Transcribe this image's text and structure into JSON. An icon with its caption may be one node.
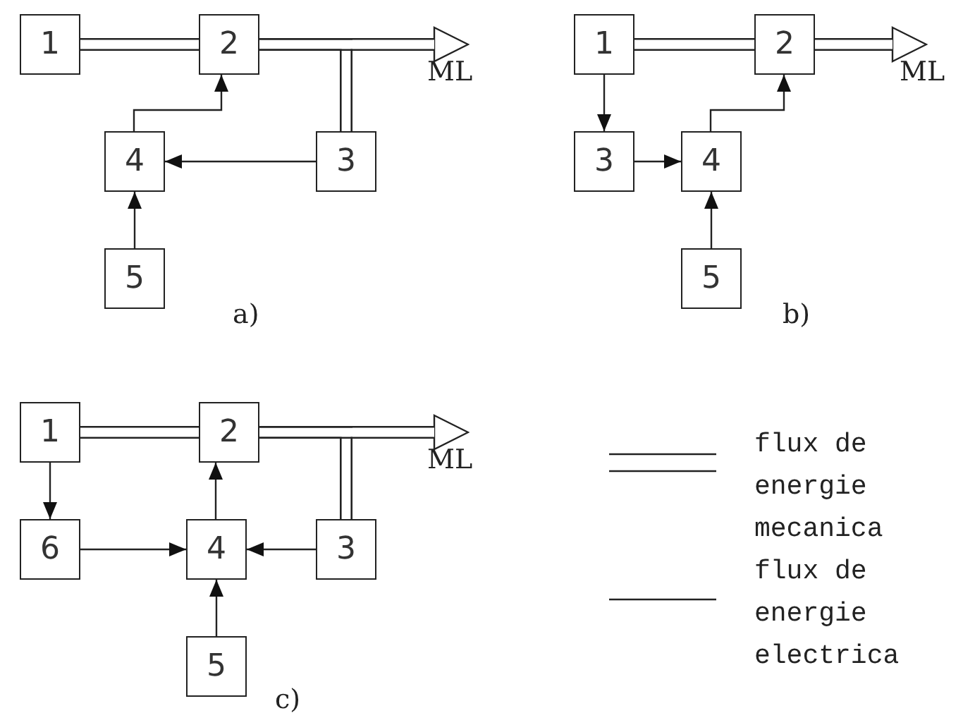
{
  "diagram": {
    "nodes": [
      {
        "text": [
          "1"
        ]
      },
      {
        "text": [
          "2"
        ]
      },
      {
        "text": [
          "4"
        ]
      },
      {
        "text": [
          "3"
        ]
      },
      {
        "text": [
          "5"
        ]
      },
      {
        "text": [
          "1"
        ]
      },
      {
        "text": [
          "2"
        ]
      },
      {
        "text": [
          "3"
        ]
      },
      {
        "text": [
          "4"
        ]
      },
      {
        "text": [
          "5"
        ]
      },
      {
        "text": [
          "1"
        ]
      },
      {
        "text": [
          "2"
        ]
      },
      {
        "text": [
          "6"
        ]
      },
      {
        "text": [
          "4"
        ]
      },
      {
        "text": [
          "3"
        ]
      },
      {
        "text": [
          "5"
        ]
      },
      {
        "text": [
          "ML"
        ]
      },
      {
        "text": [
          "ML"
        ]
      },
      {
        "text": [
          "ML"
        ]
      }
    ],
    "edges": [
      {
        "from": 0,
        "to": 1,
        "arrow": "none",
        "style": "thick"
      },
      {
        "from": 1,
        "to": 16,
        "arrow": "to",
        "style": "thick"
      },
      {
        "from": 3,
        "to": 1,
        "arrow": "none",
        "style": "thick"
      },
      {
        "from": 2,
        "to": 1,
        "arrow": "to"
      },
      {
        "from": 3,
        "to": 2,
        "arrow": "to"
      },
      {
        "from": 4,
        "to": 2,
        "arrow": "to"
      },
      {
        "from": 5,
        "to": 6,
        "arrow": "none",
        "style": "thick"
      },
      {
        "from": 6,
        "to": 17,
        "arrow": "to",
        "style": "thick"
      },
      {
        "from": 5,
        "to": 7,
        "arrow": "to"
      },
      {
        "from": 7,
        "to": 8,
        "arrow": "to"
      },
      {
        "from": 8,
        "to": 6,
        "arrow": "to"
      },
      {
        "from": 9,
        "to": 8,
        "arrow": "to"
      },
      {
        "from": 10,
        "to": 11,
        "arrow": "none",
        "style": "thick"
      },
      {
        "from": 11,
        "to": 18,
        "arrow": "to",
        "style": "thick"
      },
      {
        "from": 14,
        "to": 11,
        "arrow": "none",
        "style": "thick"
      },
      {
        "from": 10,
        "to": 12,
        "arrow": "to"
      },
      {
        "from": 12,
        "to": 13,
        "arrow": "to"
      },
      {
        "from": 14,
        "to": 13,
        "arrow": "to"
      },
      {
        "from": 15,
        "to": 13,
        "arrow": "to"
      },
      {
        "from": 13,
        "to": 11,
        "arrow": "to"
      }
    ],
    "labels": [
      "a)",
      "b)",
      "c)"
    ],
    "legend": [
      {
        "text": "flux de energie mecanica"
      },
      {
        "text": "flux de energie electrica"
      }
    ]
  }
}
